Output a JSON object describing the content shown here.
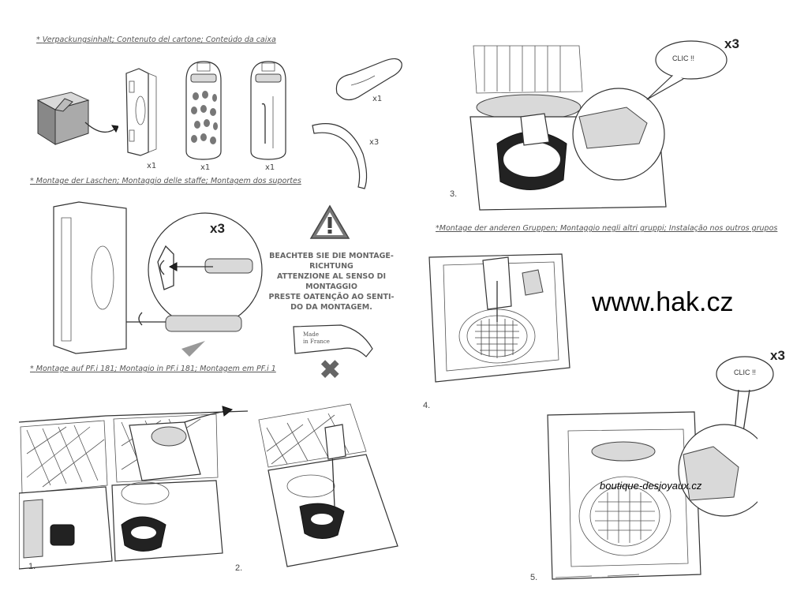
{
  "left": {
    "heading_contents": "Verpackungsinhalt; Contenuto del cartone; Conteúdo da caixa",
    "qty_scoop": "x1",
    "qty_arc": "x3",
    "qty_bracket": "x1",
    "qty_filter_a": "x1",
    "qty_filter_b": "x1",
    "heading_tabs": "Montage der Laschen; Montaggio delle staffe; Montagem dos suportes",
    "qty_tabs": "x3",
    "warning": {
      "line1": "BEACHTEB SIE DIE MONTAGE-",
      "line2": "RICHTUNG",
      "line3": "ATTENZIONE AL SENSO DI",
      "line4": "MONTAGGIO",
      "line5": "PRESTE OATENÇÃO AO SENTI-",
      "line6": "DO DA MONTAGEM."
    },
    "tag_made": "Made",
    "tag_in": "in",
    "tag_france": "France",
    "heading_mount": "Montage auf PF.i 181; Montagio in PF.i 181; Montagem em PF.i 1",
    "step1": "1.",
    "step2": "2."
  },
  "right": {
    "step3": "3.",
    "clic_a": "CLIC !!",
    "x3_a": "x3",
    "heading_groups": "Montage der anderen Gruppen; Montaggio negli altri gruppi; Instalação nos outros grupos",
    "step4": "4.",
    "watermark": "www.hak.cz",
    "clic_b": "CLIC !!",
    "x3_b": "x3",
    "watermark_small": "boutique-desjoyaux.cz",
    "step5": "5."
  }
}
